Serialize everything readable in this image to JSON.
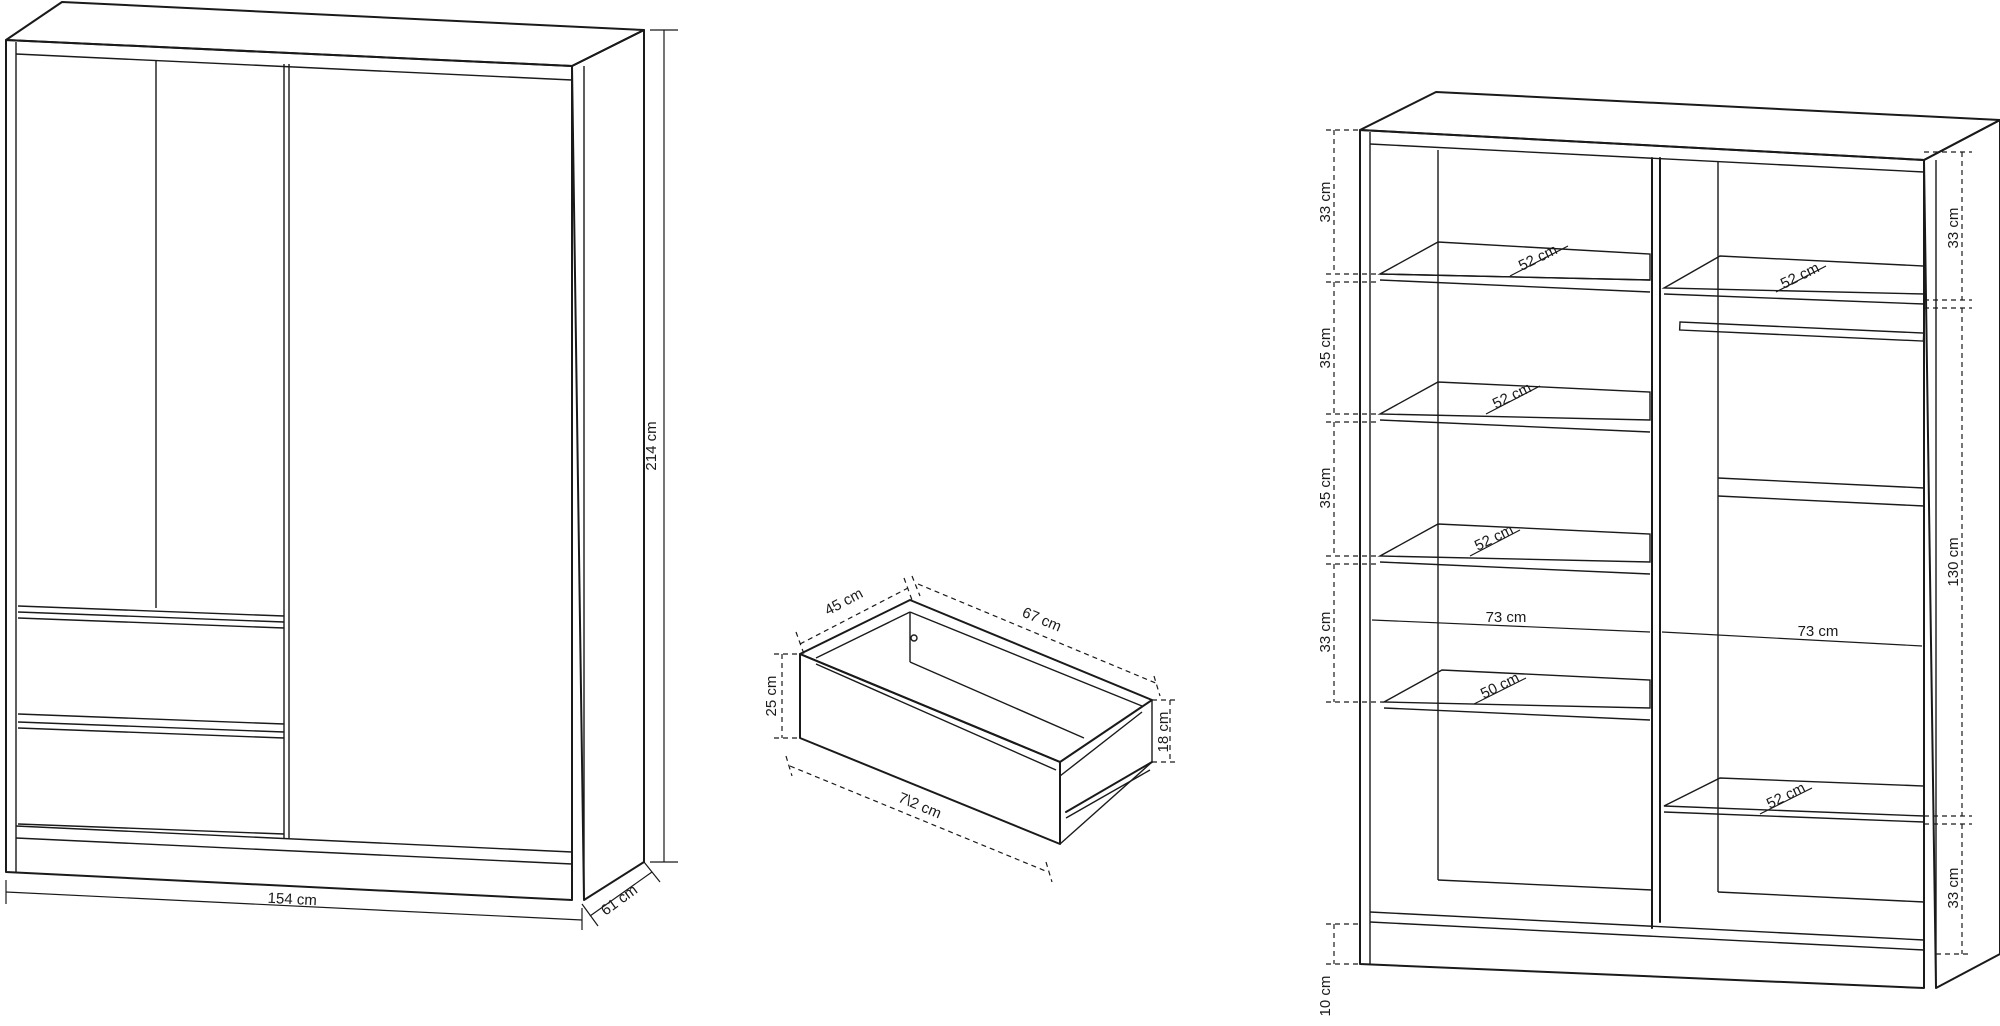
{
  "wardrobe_front": {
    "width_label": "154 cm",
    "height_label": "214 cm",
    "depth_label": "61 cm"
  },
  "drawer": {
    "depth_label": "45 cm",
    "length_label": "67 cm",
    "front_height_label": "25 cm",
    "inner_height_label": "18 cm",
    "front_width_label": "7\\2 cm"
  },
  "wardrobe_interior": {
    "left_heights": [
      "33 cm",
      "35 cm",
      "35 cm",
      "33 cm",
      "10 cm"
    ],
    "right_heights": [
      "33 cm",
      "130 cm",
      "33 cm"
    ],
    "shelf_depths": [
      "52 cm",
      "52 cm",
      "52 cm",
      "52 cm",
      "50 cm",
      "52 cm"
    ],
    "compartment_widths": [
      "73 cm",
      "73 cm"
    ]
  }
}
